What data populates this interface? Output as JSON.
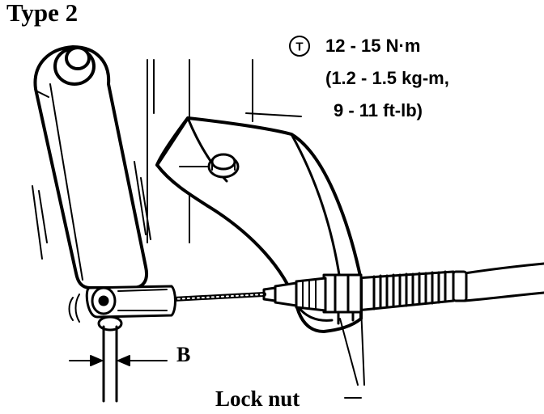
{
  "diagram": {
    "title": "Type 2",
    "torque": {
      "icon": "torque-t-icon",
      "icon_letter": "T",
      "line1": "12 - 15 N·m",
      "line2": "(1.2 - 1.5 kg-m,",
      "line3": "9 - 11 ft-lb)"
    },
    "labels": {
      "b": "B",
      "lock_nut": "Lock nut"
    },
    "colors": {
      "ink": "#000000",
      "paper": "#ffffff"
    }
  }
}
